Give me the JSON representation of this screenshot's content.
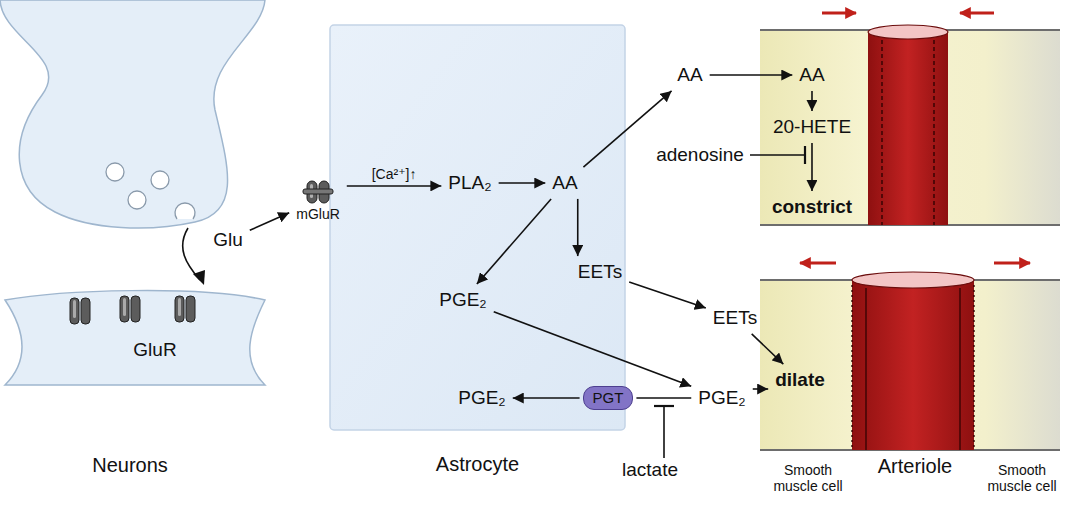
{
  "diagram": {
    "nodes": [
      {
        "text": [
          "Astrocyte"
        ]
      },
      {
        "text": [
          "Glu"
        ]
      },
      {
        "text": [
          "mGluR"
        ],
        "in": 0
      },
      {
        "text": [
          "PLA₂"
        ],
        "in": 0
      },
      {
        "text": [
          "AA"
        ],
        "in": 0
      },
      {
        "text": [
          "EETs"
        ],
        "in": 0
      },
      {
        "text": [
          "PGE₂"
        ],
        "in": 0
      },
      {
        "text": [
          "PGE₂"
        ],
        "in": 0
      },
      {
        "text": [
          "PGT"
        ],
        "in": 0
      },
      {
        "text": [
          "AA"
        ]
      },
      {
        "text": [
          "EETs"
        ]
      },
      {
        "text": [
          "PGE₂"
        ]
      },
      {
        "text": [
          "AA"
        ]
      },
      {
        "text": [
          "20-HETE"
        ]
      },
      {
        "text": [
          "constrict"
        ]
      },
      {
        "text": [
          "dilate"
        ]
      }
    ],
    "edges": [
      {
        "from": 1,
        "to": 2,
        "arrow": "to"
      },
      {
        "from": 2,
        "to": 3,
        "label": "[Ca²⁺]↑",
        "arrow": "to"
      },
      {
        "from": 3,
        "to": 4,
        "arrow": "to"
      },
      {
        "from": 4,
        "to": 9,
        "arrow": "to"
      },
      {
        "from": 9,
        "to": 12,
        "arrow": "to"
      },
      {
        "from": 12,
        "to": 13,
        "arrow": "to"
      },
      {
        "from": 13,
        "to": 14,
        "arrow": "to"
      },
      {
        "from": 4,
        "to": 5,
        "arrow": "to"
      },
      {
        "from": 4,
        "to": 6,
        "arrow": "to"
      },
      {
        "from": 5,
        "to": 10,
        "arrow": "to"
      },
      {
        "from": 10,
        "to": 15,
        "arrow": "to"
      },
      {
        "from": 6,
        "to": 11,
        "arrow": "to"
      },
      {
        "from": 11,
        "to": 15,
        "arrow": "to"
      },
      {
        "from": 11,
        "to": 8,
        "arrow": "none"
      },
      {
        "from": 8,
        "to": 7,
        "arrow": "to"
      }
    ],
    "labels": [
      "GluR",
      "Neurons",
      "adenosine",
      "lactate",
      "Smooth muscle cell",
      "Arteriole",
      "Smooth muscle cell"
    ]
  }
}
